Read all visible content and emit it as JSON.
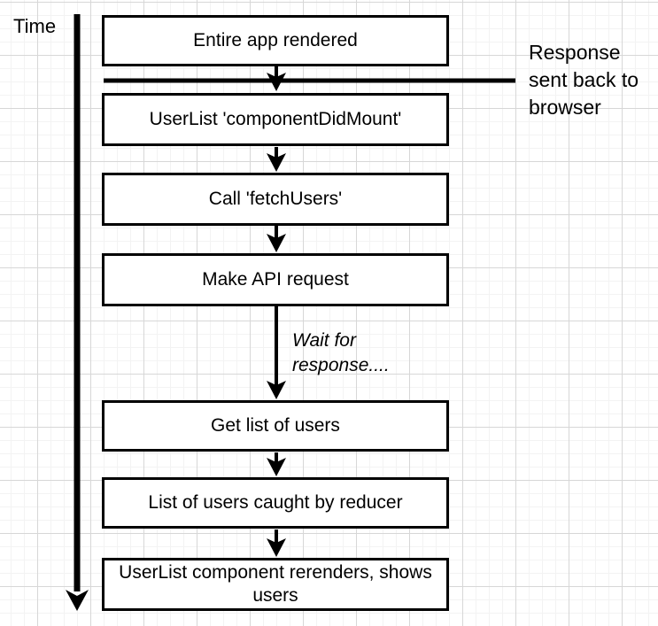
{
  "diagram": {
    "time_label": "Time",
    "boxes": [
      {
        "label": "Entire app rendered"
      },
      {
        "label": "UserList 'componentDidMount'"
      },
      {
        "label": "Call 'fetchUsers'"
      },
      {
        "label": "Make API request"
      },
      {
        "label": "Get list of users"
      },
      {
        "label": "List of users caught by reducer"
      },
      {
        "label": "UserList component rerenders, shows users"
      }
    ],
    "annotations": {
      "response_label": "Response sent back to browser",
      "wait_label": "Wait for response...."
    },
    "colors": {
      "stroke": "#000000",
      "box_fill": "#ffffff",
      "grid_minor": "#f3f3f3",
      "grid_major": "#d7d7d7",
      "background": "#ffffff"
    }
  }
}
